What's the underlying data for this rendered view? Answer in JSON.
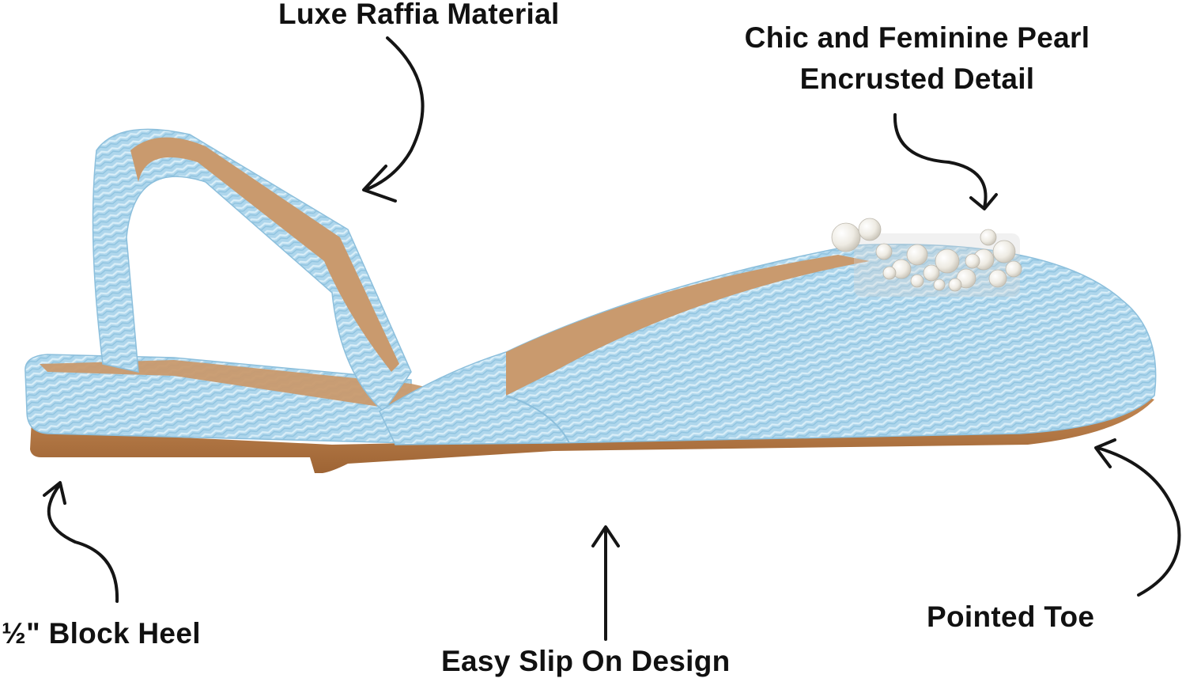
{
  "image": {
    "subject": "shoe-illustration",
    "colors": {
      "raffia": "#a9d3ea",
      "raffia_dark": "#8cbfdc",
      "lining": "#c99a6e",
      "sole": "#b87a47",
      "pearl": "#f4f2ec",
      "arrow": "#151515"
    }
  },
  "callouts": {
    "raffia": "Luxe Raffia Material",
    "pearl_line1": "Chic and Feminine Pearl",
    "pearl_line2": "Encrusted Detail",
    "heel": "½\" Block Heel",
    "slip_on": "Easy Slip On Design",
    "toe": "Pointed Toe"
  }
}
